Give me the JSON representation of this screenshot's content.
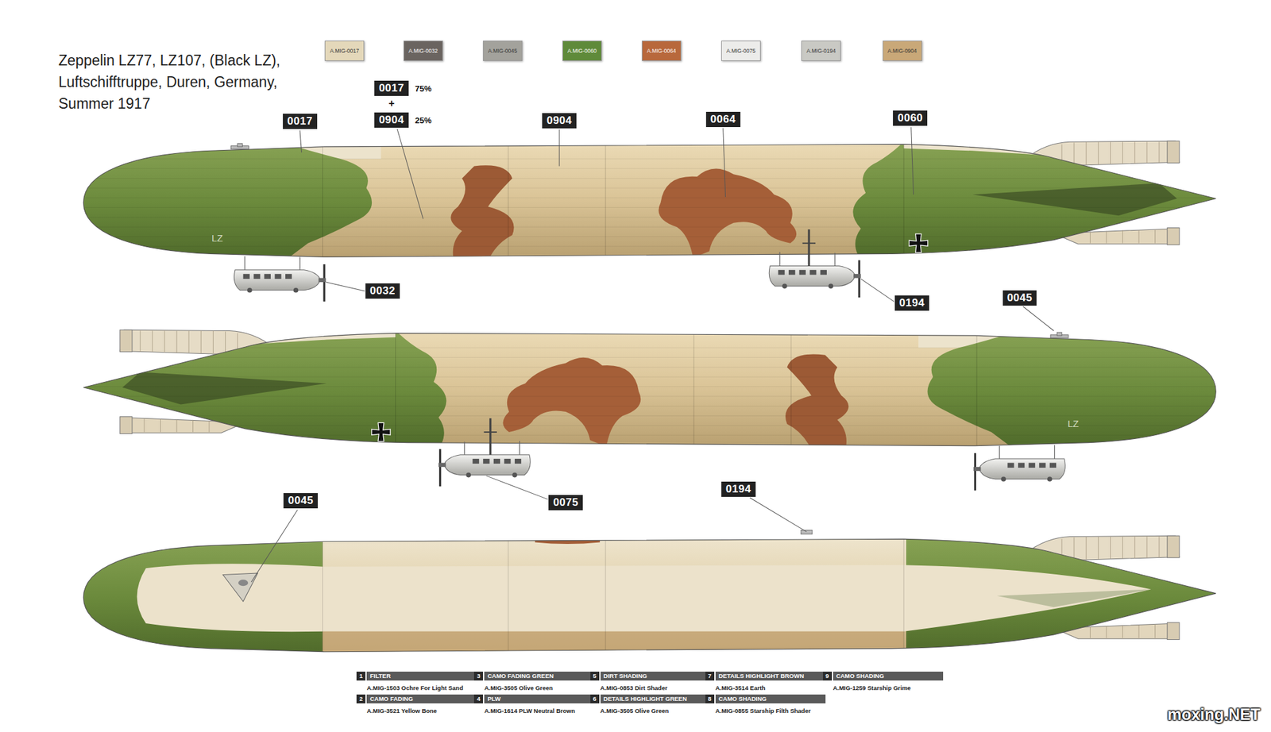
{
  "diagram": {
    "title": "Zeppelin LZ77, LZ107, (Black LZ), Luftschifftruppe, Duren, Germany, Summer 1917",
    "labels": [
      "0017",
      "0017",
      "75%",
      "+",
      "0904",
      "25%",
      "0904",
      "0064",
      "0060",
      "LZ",
      "0032",
      "0194",
      "0045",
      "LZ",
      "0075",
      "0045",
      "0194",
      "1",
      "FILTER",
      "A.MIG-1503 Ochre For Light Sand",
      "2",
      "CAMO FADING",
      "A.MIG-3521 Yellow Bone",
      "3",
      "CAMO FADING GREEN",
      "A.MIG-3505 Olive Green",
      "4",
      "PLW",
      "A.MIG-1614 PLW Neutral Brown",
      "5",
      "DIRT SHADING",
      "A.MIG-0853 Dirt Shader",
      "6",
      "DETAILS HIGHLIGHT GREEN",
      "A.MIG-3505 Olive Green",
      "7",
      "DETAILS HIGHLIGHT BROWN",
      "A.MIG-3514 Earth",
      "8",
      "CAMO SHADING",
      "A.MIG-0855 Starship Filth Shader",
      "9",
      "CAMO SHADING",
      "A.MIG-1259 Starship Grime",
      "moxing.NET"
    ],
    "legend": [
      {
        "text": "A.MIG-0017",
        "color": "#e4d8ba"
      },
      {
        "text": "A.MIG-0032",
        "color": "#6a6460"
      },
      {
        "text": "A.MIG-0045",
        "color": "#a3a29c"
      },
      {
        "text": "A.MIG-0060",
        "color": "#5f8a3a"
      },
      {
        "text": "A.MIG-0064",
        "color": "#b8683c"
      },
      {
        "text": "A.MIG-0075",
        "color": "#ececea"
      },
      {
        "text": "A.MIG-0194",
        "color": "#c9c9c4"
      },
      {
        "text": "A.MIG-0904",
        "color": "#c9a878"
      }
    ]
  }
}
